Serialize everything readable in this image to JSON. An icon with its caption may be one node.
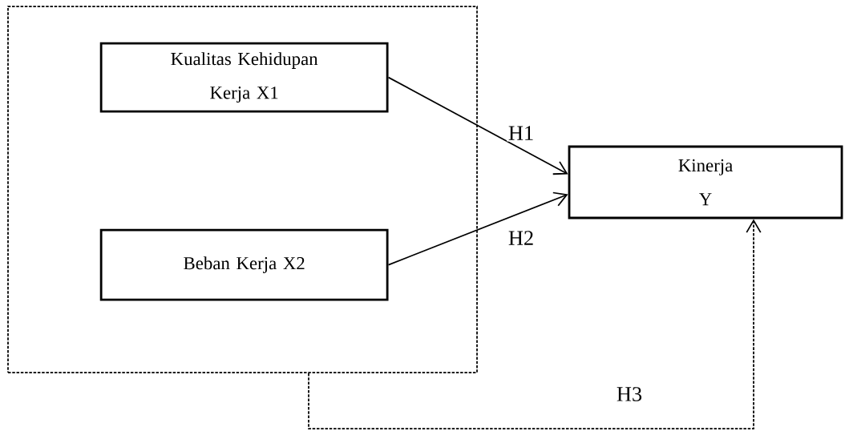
{
  "diagram": {
    "nodes": [
      {
        "text": [],
        "shape": "box"
      },
      {
        "text": [
          "Kualitas Kehidupan Kerja X1"
        ],
        "in": 0
      },
      {
        "text": [
          "Beban Kerja X2"
        ],
        "in": 0
      },
      {
        "text": [
          "Kinerja Y"
        ]
      }
    ],
    "edges": [
      {
        "from": 1,
        "to": 3,
        "arrow": "to",
        "label": "H1"
      },
      {
        "from": 2,
        "to": 3,
        "arrow": "to",
        "label": "H2"
      },
      {
        "from": 0,
        "to": 3,
        "arrow": "to",
        "label": "H3",
        "style": "dashed"
      }
    ]
  }
}
